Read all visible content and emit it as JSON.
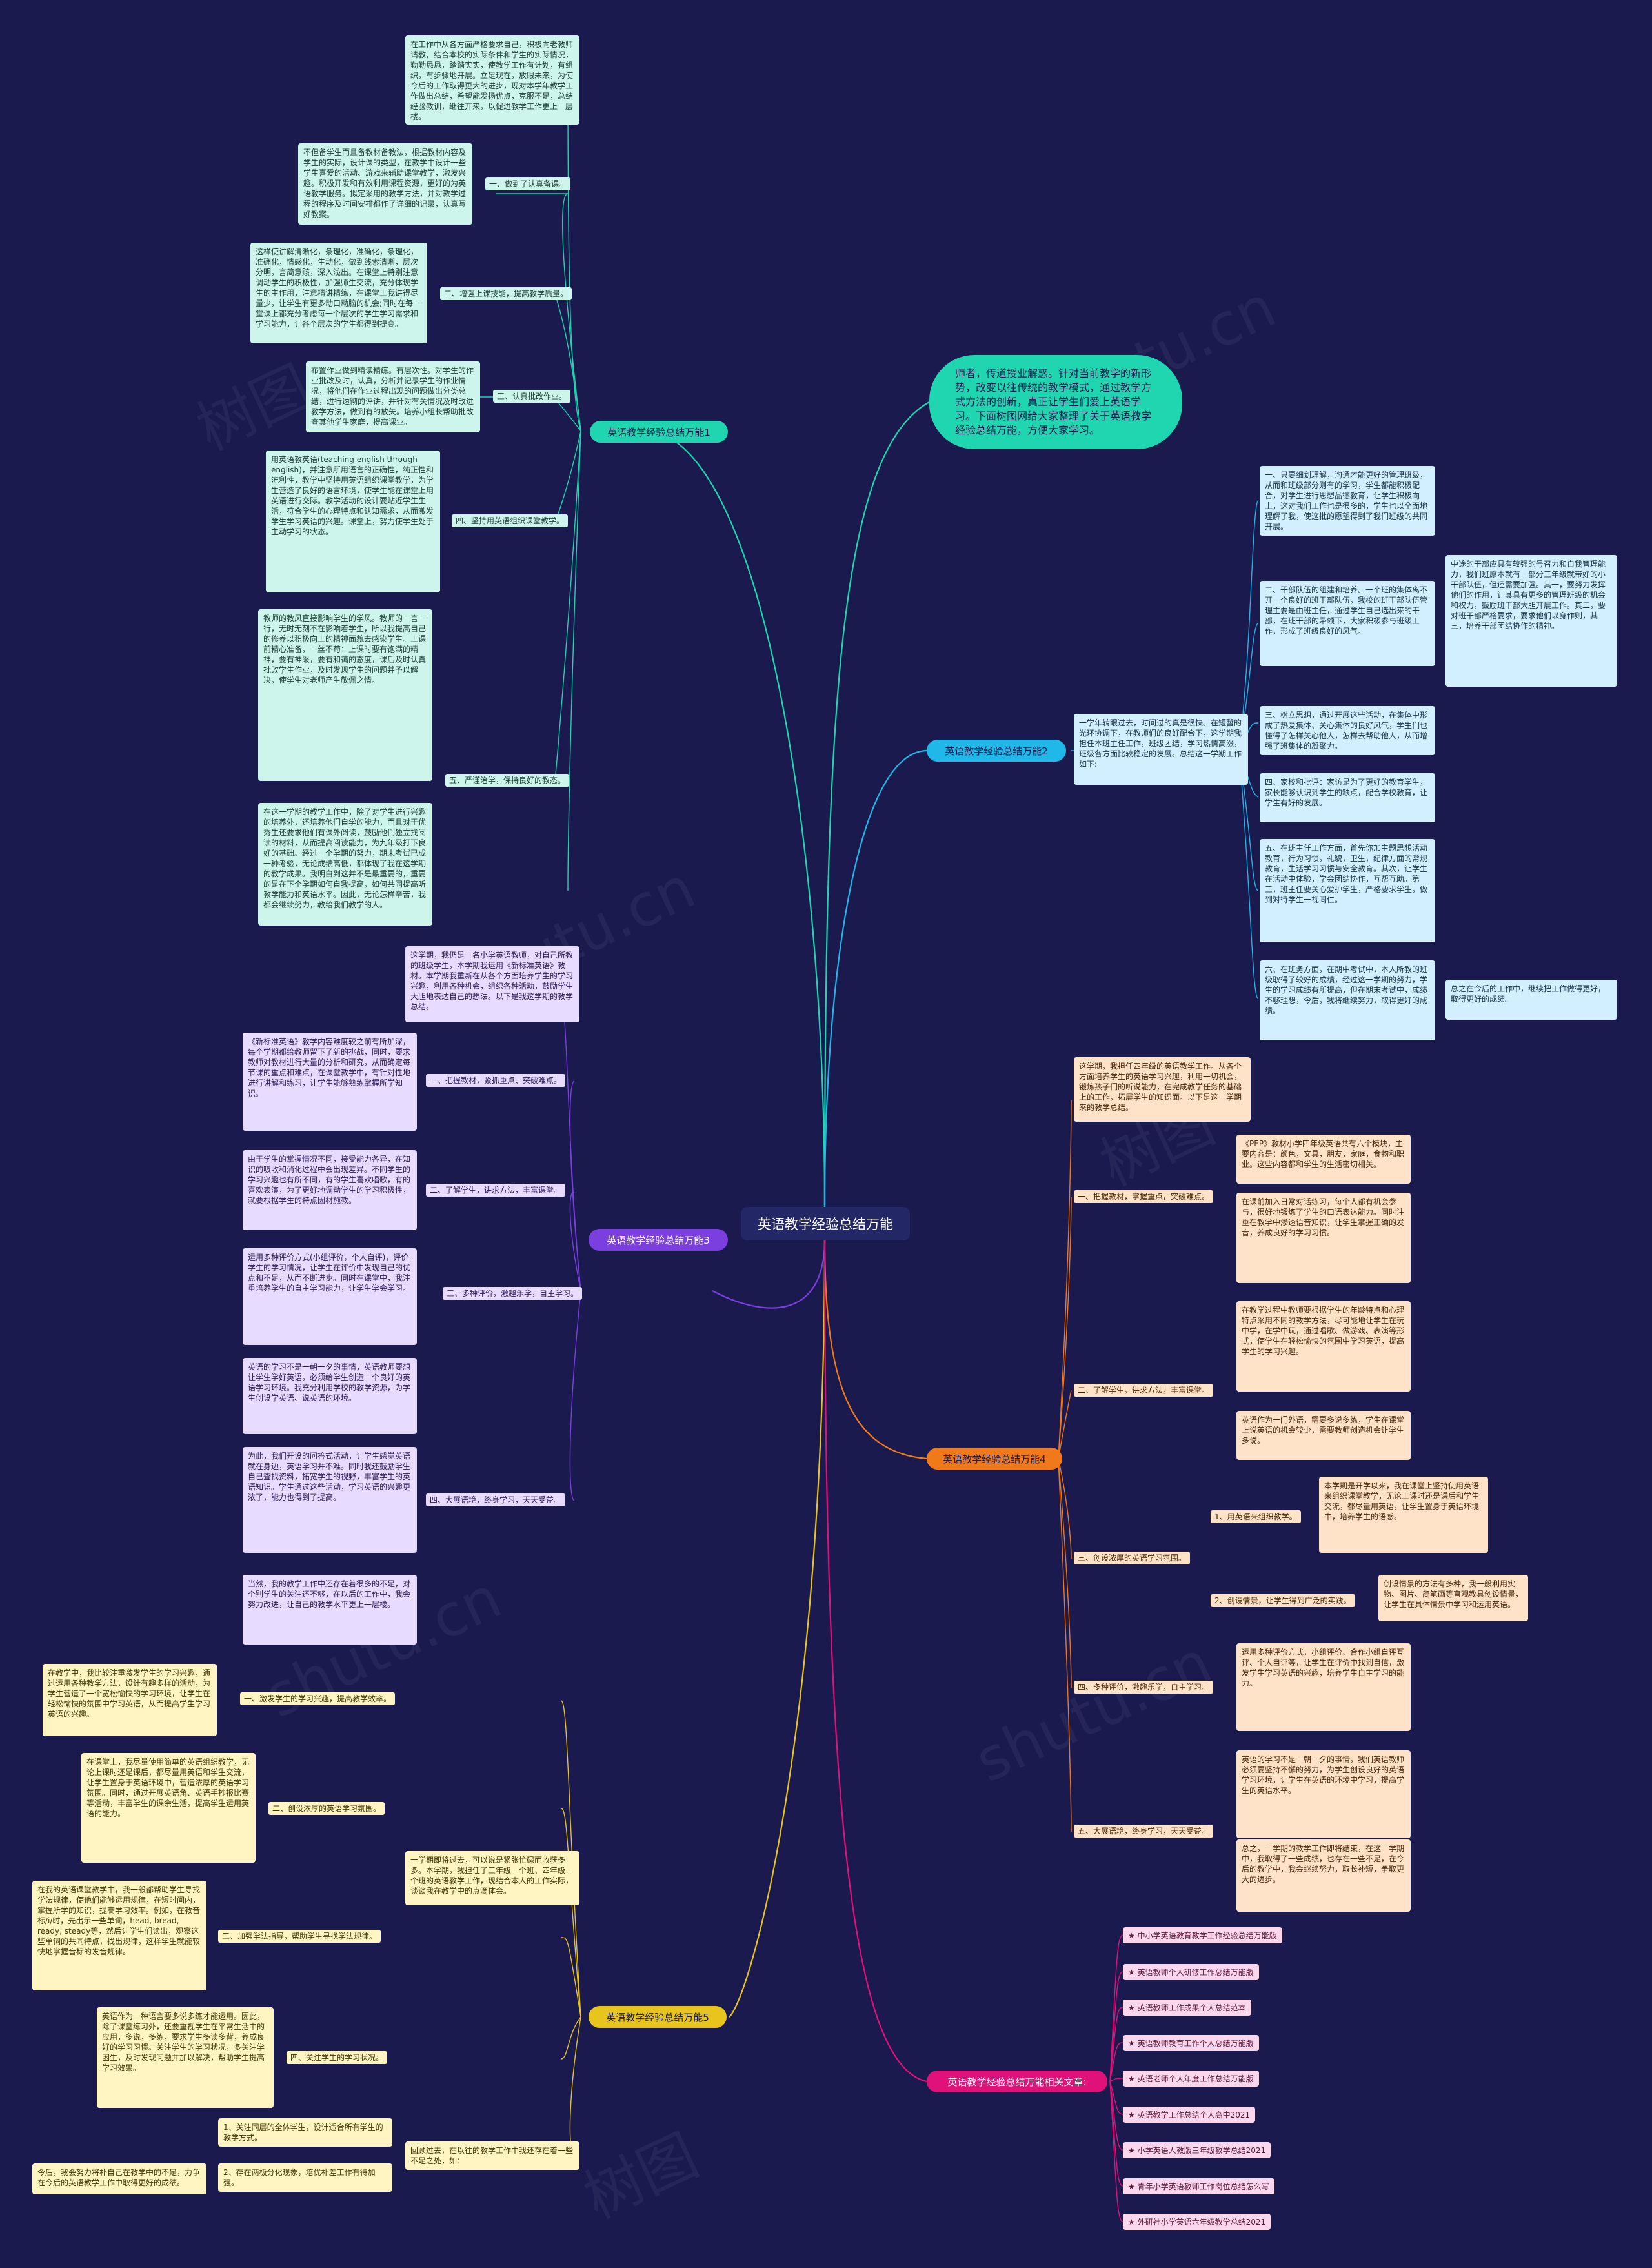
{
  "root": "英语教学经验总结万能",
  "intro": "师者，传道授业解惑。针对当前教学的新形势，改变以往传统的教学模式，通过教学方式方法的创新，真正让学生们爱上英语学习。下面树图网给大家整理了关于英语教学经验总结万能，方便大家学习。",
  "branches": {
    "b1": "英语教学经验总结万能1",
    "b2": "英语教学经验总结万能2",
    "b3": "英语教学经验总结万能3",
    "b4": "英语教学经验总结万能4",
    "b5": "英语教学经验总结万能5",
    "b6": "英语教学经验总结万能相关文章:"
  },
  "b1": {
    "top": "在工作中从各方面严格要求自己，积极向老教师请教，结合本校的实际条件和学生的实际情况，勤勤恳恳，踏踏实实，使教学工作有计划，有组织，有步骤地开展。立足现在，放眼未来，为使今后的工作取得更大的进步，现对本学年教学工作做出总结，希望能发扬优点，克服不足，总结经验教训，继往开来，以促进教学工作更上一层楼。",
    "s1": "一、做到了认真备课。",
    "s1t": "不但备学生而且备教材备教法，根据教材内容及学生的实际，设计课的类型，在教学中设计一些学生喜爱的活动、游戏来辅助课堂教学，激发兴趣。积极开发和有效利用课程资源，更好的为英语教学服务。拟定采用的教学方法，并对教学过程的程序及时间安排都作了详细的记录，认真写好教案。",
    "s2": "二、增强上课技能，提高教学质量。",
    "s2t": "这样使讲解清晰化，条理化，准确化，条理化，准确化，情感化，生动化，做到线索清晰，层次分明，言简意赅，深入浅出。在课堂上特别注意调动学生的积极性，加强师生交流，充分体现学生的主作用，注意精讲精练，在课堂上我讲得尽量少，让学生有更多动口动脑的机会;同时在每一堂课上都充分考虑每一个层次的学生学习需求和学习能力，让各个层次的学生都得到提高。",
    "s3": "三、认真批改作业。",
    "s3t": "布置作业做到精读精练。有层次性。对学生的作业批改及时，认真，分析并记录学生的作业情况，将他们在作业过程出现的问题做出分类总结，进行透彻的评讲，并针对有关情况及时改进教学方法，做到有的放矢。培养小组长帮助批改查其他学生家庭，提高课业。",
    "s4": "四、坚持用英语组织课堂教学。",
    "s4t": "用英语教英语(teaching english through english)，并注意所用语言的正确性，纯正性和流利性，教学中坚持用英语组织课堂教学，为学生营造了良好的语言环境，使学生能在课堂上用英语进行交际。教学活动的设计要贴近学生生活，符合学生的心理特点和认知需求，从而激发学生学习英语的兴趣。课堂上，努力使学生处于主动学习的状态。",
    "s5": "五、严谨治学，保持良好的教态。",
    "s5t": "教师的教风直接影响学生的学风。教师的一言一行，无时无刻不在影响着学生，所以我提高自己的修养以积极向上的精神面貌去感染学生。上课前精心准备，一丝不苟；上课时要有饱满的精神，要有神采，要有和蔼的态度，课后及时认真批改学生作业，及时发现学生的问题并予以解决，使学生对老师产生敬佩之情。",
    "bottom": "在这一学期的教学工作中，除了对学生进行兴趣的培养外，还培养他们自学的能力，而且对于优秀生还要求他们有课外阅读，鼓励他们独立找阅读的材料，从而提高阅读能力，为九年级打下良好的基础。经过一个学期的努力，期末考试已成一种考验，无论成绩高低，都体现了我在这学期的教学成果。我明白到这并不是最重要的，重要的是在下个学期如何自我提高，如何共同提高听教学能力和英语水平。因此，无论怎样辛苦，我都会继续努力，教给我们教学的人。"
  },
  "b2": {
    "lead": "一学年转眼过去，时间过的真是很快。在短暂的光环协调下，在教师们的良好配合下，这学期我担任本班主任工作，班级团结，学习热情高涨，班级各方面比较稳定的发展。总结这一学期工作如下:",
    "i1": "一、只要细划理解，沟通才能更好的管理班级，从而和班级部分则有的学习，学生都能积极配合，对学生进行思想品德教育，让学生积极向上，这对我们工作也是很多的，学生也以全面地理解了我，使这批的愿望得到了我们班级的共同开展。",
    "i2": "二、干部队伍的组建和培养。一个班的集体离不开一个良好的班干部队伍，我校的班干部队伍管理主要是由班主任，通过学生自己选出来的干部，在班干部的带领下，大家积极参与班级工作，形成了班级良好的风气。",
    "i2note": "中途的干部应具有较强的号召力和自我管理能力，我们班原本就有一部分三年级就带好的小干部队伍，但还需要加强。其一，要努力发挥他们的作用，让其具有更多的管理班级的机会和权力，鼓励班干部大胆开展工作。其二，要对班干部严格要求，要求他们以身作则，其三，培养干部团结协作的精神。",
    "i3": "三、树立思想，通过开展这些活动，在集体中形成了热爱集体、关心集体的良好风气，学生们也懂得了怎样关心他人，怎样去帮助他人，从而增强了班集体的凝聚力。",
    "i4": "四、家校和批评：家访是为了更好的教育学生，家长能够认识到学生的缺点，配合学校教育，让学生有好的发展。",
    "i5": "五、在班主任工作方面，首先你加主题思想活动教育，行为习惯，礼貌，卫生，纪律方面的常规教育，生活学习习惯与安全教育。其次，让学生在活动中体验，学会团结协作，互帮互助。第三，班主任要关心爱护学生，严格要求学生，做到对待学生一视同仁。",
    "i6": "六、在班务方面，在期中考试中，本人所教的班级取得了较好的成绩，经过这一学期的努力，学生的学习成绩有所提高，但在期末考试中，成绩不够理想，今后，我将继续努力，取得更好的成绩。",
    "i6note": "总之在今后的工作中，继续把工作做得更好，取得更好的成绩。"
  },
  "b3": {
    "top": "这学期，我仍是一名小学英语教师，对自己所教的班级学生，本学期我运用《新标准英语》教材。本学期我重新在从各个方面培养学生的学习兴趣，利用各种机会，组织各种活动，鼓励学生大胆地表达自己的想法。以下是我这学期的教学总结。",
    "s1": "一、把握教材，紧抓重点、突破难点。",
    "s1t": "《新标准英语》教学内容难度较之前有所加深，每个学期都给教师留下了新的挑战，同时，要求教师对教材进行大量的分析和研究，从而确定每节课的重点和难点，在课堂教学中，有针对性地进行讲解和练习，让学生能够熟练掌握所学知识。",
    "s2": "二、了解学生，讲求方法，丰富课堂。",
    "s2t": "由于学生的掌握情况不同，接受能力各异，在知识的吸收和消化过程中会出现差异。不同学生的学习兴趣也有所不同，有的学生喜欢唱歌，有的喜欢表演，为了更好地调动学生的学习积极性，就要根据学生的特点因材施教。",
    "s3": "三、多种评价，激趣乐学，自主学习。",
    "s3t": "运用多种评价方式(小组评价，个人自评)，评价学生的学习情况，让学生在评价中发现自己的优点和不足，从而不断进步。同时在课堂中，我注重培养学生的自主学习能力，让学生学会学习。",
    "s4": "四、大展语境，终身学习，天天受益。",
    "s4t1": "英语的学习不是一朝一夕的事情，英语教师要想让学生学好英语，必须给学生创造一个良好的英语学习环境。我充分利用学校的教学资源，为学生创设学英语、说英语的环境。",
    "s4t2": "为此，我们开设的问答式活动，让学生感觉英语就在身边，英语学习并不难。同时我还鼓励学生自己查找资料，拓宽学生的视野，丰富学生的英语知识。学生通过这些活动，学习英语的兴趣更浓了，能力也得到了提高。",
    "s4t3": "当然，我的教学工作中还存在着很多的不足，对个别学生的关注还不够，在以后的工作中，我会努力改进，让自己的教学水平更上一层楼。"
  },
  "b4": {
    "top": "这学期，我担任四年级的英语教学工作。从各个方面培养学生的英语学习兴趣，利用一切机会，锻炼孩子们的听说能力，在完成教学任务的基础上的工作，拓展学生的知识面。以下是这一学期来的教学总结。",
    "s1": "一、把握教材，掌握重点，突破难点。",
    "s1t1": "《PEP》教材小学四年级英语共有六个模块，主要内容是：颜色，文具，朋友，家庭，食物和职业。这些内容都和学生的生活密切相关。",
    "s1t2": "在课前加入日常对话练习，每个人都有机会参与，很好地锻炼了学生的口语表达能力。同时注重在教学中渗透语音知识，让学生掌握正确的发音，养成良好的学习习惯。",
    "s2": "二、了解学生，讲求方法，丰富课堂。",
    "s2t1": "在教学过程中教师要根据学生的年龄特点和心理特点采用不同的教学方法，尽可能地让学生在玩中学，在学中玩，通过唱歌、做游戏、表演等形式，使学生在轻松愉快的氛围中学习英语，提高学生的学习兴趣。",
    "s2t2": "英语作为一门外语，需要多说多练，学生在课堂上说英语的机会较少，需要教师创造机会让学生多说。",
    "s3": "三、创设浓厚的英语学习氛围。",
    "s3a": "1、用英语来组织教学。",
    "s3at": "本学期是开学以来，我在课堂上坚持使用英语来组织课堂教学，无论上课时还是课后和学生交流，都尽量用英语，让学生置身于英语环境中，培养学生的语感。",
    "s3b": "2、创设情景，让学生得到广泛的实践。",
    "s3bt": "创设情景的方法有多种，我一般利用实物、图片、简笔画等直观教具创设情景，让学生在具体情景中学习和运用英语。",
    "s4": "四、多种评价，激趣乐学，自主学习。",
    "s4t": "运用多种评价方式，小组评价、合作小组自评互评、个人自评等，让学生在评价中找到自信，激发学生学习英语的兴趣，培养学生自主学习的能力。",
    "s5": "五、大展语境，终身学习，天天受益。",
    "s5t1": "英语的学习不是一朝一夕的事情，我们英语教师必须要坚持不懈的努力，为学生创设良好的英语学习环境，让学生在英语的环境中学习，提高学生的英语水平。",
    "s5t2": "总之，一学期的教学工作即将结束，在这一学期中，我取得了一些成绩，也存在一些不足，在今后的教学中，我会继续努力，取长补短，争取更大的进步。"
  },
  "b5": {
    "lead": "一学期即将过去，可以说是紧张忙碌而收获多多。本学期，我担任了三年级一个班、四年级一个班的英语教学工作，现结合本人的工作实际，谈谈我在教学中的点滴体会。",
    "s1": "一、激发学生的学习兴趣，提高教学效率。",
    "s1t": "在教学中，我比较注重激发学生的学习兴趣，通过运用各种教学方法，设计有趣多样的活动，为学生营造了一个宽松愉快的学习环境，让学生在轻松愉快的氛围中学习英语，从而提高学生学习英语的兴趣。",
    "s2": "二、创设浓厚的英语学习氛围。",
    "s2t": "在课堂上，我尽量使用简单的英语组织教学，无论上课时还是课后，都尽量用英语和学生交流，让学生置身于英语环境中，营造浓厚的英语学习氛围。同时，通过开展英语角、英语手抄报比赛等活动，丰富学生的课余生活，提高学生运用英语的能力。",
    "s3": "三、加强学法指导，帮助学生寻找学法规律。",
    "s3t": "在我的英语课堂教学中，我一般都帮助学生寻找学法规律，使他们能够运用规律，在短时间内，掌握所学的知识，提高学习效率。例如，在教音标/i/时，先出示一些单词，head, bread, ready, steady等，然后让学生们读出，观察这些单词的共同特点，找出规律，这样学生就能较快地掌握音标的发音规律。",
    "s4": "四、关注学生的学习状况。",
    "s4t": "英语作为一种语言要多说多练才能运用。因此，除了课堂练习外，还要重视学生在平常生活中的应用，多说，多练，要求学生多读多背，养成良好的学习习惯。关注学生的学习状况，多关注学困生，及时发现问题并加以解决，帮助学生提高学习效果。",
    "end": "回顾过去，在以往的教学工作中我还存在着一些不足之处，如：",
    "end1": "1、关注同层的全体学生，设计适合所有学生的教学方式。",
    "end2": "2、存在两极分化现象，培优补差工作有待加强。",
    "end2t": "今后，我会努力将补自己在教学中的不足，力争在今后的英语教学工作中取得更好的成绩。"
  },
  "articles": [
    "★ 中小学英语教育教学工作经验总结万能版",
    "★ 英语教师个人研修工作总结万能版",
    "★ 英语教师工作成果个人总结范本",
    "★ 英语教师教育工作个人总结万能版",
    "★ 英语老师个人年度工作总结万能版",
    "★ 英语教学工作总结个人高中2021",
    "★ 小学英语人教版三年级教学总结2021",
    "★ 青年小学英语教师工作岗位总结怎么写",
    "★ 外研社小学英语六年级教学总结2021"
  ]
}
